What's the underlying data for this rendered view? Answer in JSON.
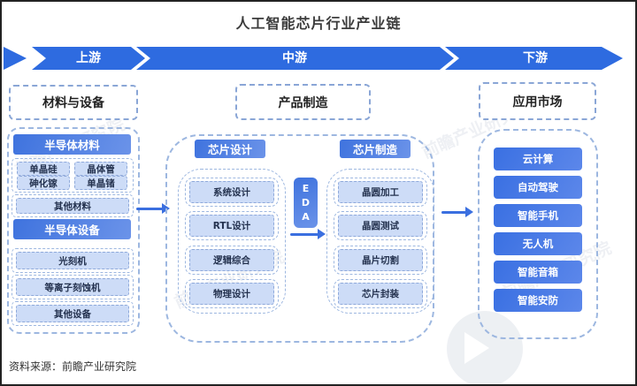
{
  "title": "人工智能芯片行业产业链",
  "banner": {
    "segments": [
      {
        "label": "上游"
      },
      {
        "label": "中游"
      },
      {
        "label": "下游"
      }
    ]
  },
  "upstream": {
    "header": "材料与设备",
    "material_group": {
      "title": "半导体材料",
      "chips": [
        "单晶硅",
        "晶体管",
        "砷化镓",
        "单晶锗"
      ],
      "other": "其他材料"
    },
    "equipment_group": {
      "title": "半导体设备",
      "items": [
        "光刻机",
        "等离子刻蚀机",
        "其他设备"
      ]
    }
  },
  "midstream": {
    "header": "产品制造",
    "design": {
      "title": "芯片设计",
      "items": [
        "系统设计",
        "RTL设计",
        "逻辑综合",
        "物理设计"
      ]
    },
    "eda_label": "EDA",
    "manufacture": {
      "title": "芯片制造",
      "items": [
        "晶圆加工",
        "晶圆测试",
        "晶片切割",
        "芯片封装"
      ]
    }
  },
  "downstream": {
    "header": "应用市场",
    "items": [
      "云计算",
      "自动驾驶",
      "智能手机",
      "无人机",
      "智能音箱",
      "智能安防"
    ]
  },
  "source_note": "资料来源：前瞻产业研究院",
  "watermark_text": "前瞻产业研究院",
  "colors": {
    "banner_blue": "#2e6be0",
    "group_header_blue": "#4478e0",
    "chip_bg": "#cddcf7",
    "chip_border": "#8fa9da",
    "dashed_border": "#9db7e0",
    "button_blue": "#3a72e2",
    "arrow_blue": "#3a6fe0"
  }
}
